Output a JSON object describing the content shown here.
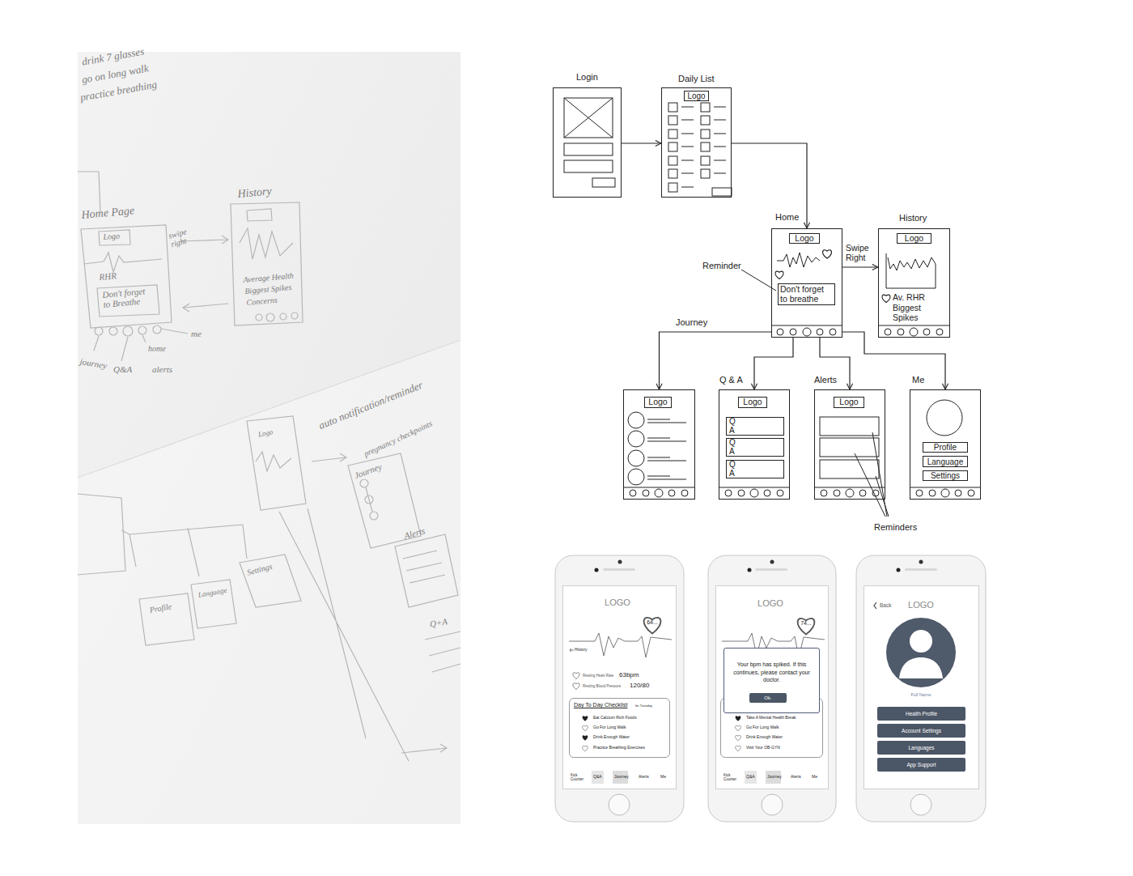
{
  "diagram": {
    "nodes": [
      {
        "text": [
          "Login"
        ]
      },
      {
        "text": [
          "Daily List"
        ]
      },
      {
        "text": [
          "Logo"
        ],
        "in": 1
      },
      {
        "text": [
          "Home"
        ]
      },
      {
        "text": [
          "Logo"
        ],
        "in": 3
      },
      {
        "text": [
          "Don't forget to breathe"
        ],
        "in": 3
      },
      {
        "text": [
          "History",
          "Av. RHR Biggest Spikes"
        ]
      },
      {
        "text": [
          "Logo"
        ],
        "in": 6
      },
      {
        "text": [
          "Journey"
        ]
      },
      {
        "text": [
          "Logo"
        ],
        "in": 8
      },
      {
        "text": [
          "Q & A"
        ]
      },
      {
        "text": [
          "Logo"
        ],
        "in": 10
      },
      {
        "text": [
          "Q",
          "A"
        ],
        "in": 10
      },
      {
        "text": [
          "Q",
          "A"
        ],
        "in": 10
      },
      {
        "text": [
          "Q",
          "A"
        ],
        "in": 10
      },
      {
        "text": [
          "Alerts"
        ]
      },
      {
        "text": [
          "Logo"
        ],
        "in": 15
      },
      {
        "text": [
          "Me"
        ]
      },
      {
        "text": [
          "Profile"
        ],
        "in": 17
      },
      {
        "text": [
          "Language"
        ],
        "in": 17
      },
      {
        "text": [
          "Settings"
        ],
        "in": 17
      },
      {
        "text": [
          "LOGO",
          "64...",
          "History",
          "Resting Heart Rate",
          "63bpm",
          "Resting Blood Pressure",
          "120/80",
          "Kick Counter",
          "Q&A",
          "Journey",
          "Alerts",
          "Me"
        ]
      },
      {
        "text": [
          "Day To Day Checklist",
          "for Tuesday",
          "Eat Calcium Rich Foods",
          "Go For Long Walk",
          "Drink Enough Water",
          "Practice Breathing Exercises"
        ],
        "in": 21
      },
      {
        "text": [
          "LOGO",
          "74...",
          "Kick Counter",
          "Q&A",
          "Journey",
          "Alerts",
          "Me"
        ]
      },
      {
        "text": [
          "Take A Mental Health Break",
          "Go For Long Walk",
          "Drink Enough Water",
          "Visit Your OB-GYN"
        ],
        "in": 23
      },
      {
        "text": [
          "Your bpm has spiked. If this continues, please contact your doctor."
        ],
        "in": 23
      },
      {
        "text": [
          "Ok."
        ],
        "in": 25
      },
      {
        "text": [
          "Back",
          "LOGO",
          "Full Name"
        ]
      },
      {
        "text": [
          "Health Profile"
        ],
        "in": 27
      },
      {
        "text": [
          "Account Settings"
        ],
        "in": 27
      },
      {
        "text": [
          "Languages"
        ],
        "in": 27
      },
      {
        "text": [
          "App Support"
        ],
        "in": 27
      }
    ],
    "edges": [
      {
        "from": 0,
        "to": 1,
        "arrow": "to"
      },
      {
        "from": 1,
        "to": 3,
        "arrow": "to"
      },
      {
        "from": 3,
        "to": 6,
        "label": "Swipe Right",
        "arrow": "to"
      },
      {
        "from": 3,
        "to": 8,
        "arrow": "to"
      },
      {
        "from": 3,
        "to": 10,
        "arrow": "to"
      },
      {
        "from": 3,
        "to": 15,
        "arrow": "to"
      },
      {
        "from": 3,
        "to": 17,
        "arrow": "to"
      }
    ],
    "labels": [
      "Reminder",
      "Reminders",
      "drink 7 glasses",
      "go on long walk",
      "practice breathing",
      "Home Page",
      "History",
      "Logo",
      "swipe right",
      "RHR",
      "Don't forget to Breathe",
      "Average Health",
      "Biggest Spikes",
      "Concerns",
      "me",
      "journey",
      "home",
      "Q&A",
      "alerts",
      "auto notification/reminder",
      "pregnancy checkpoints",
      "Journey",
      "Alerts",
      "Q+A",
      "Profile",
      "Language",
      "Settings",
      "Logo"
    ]
  }
}
